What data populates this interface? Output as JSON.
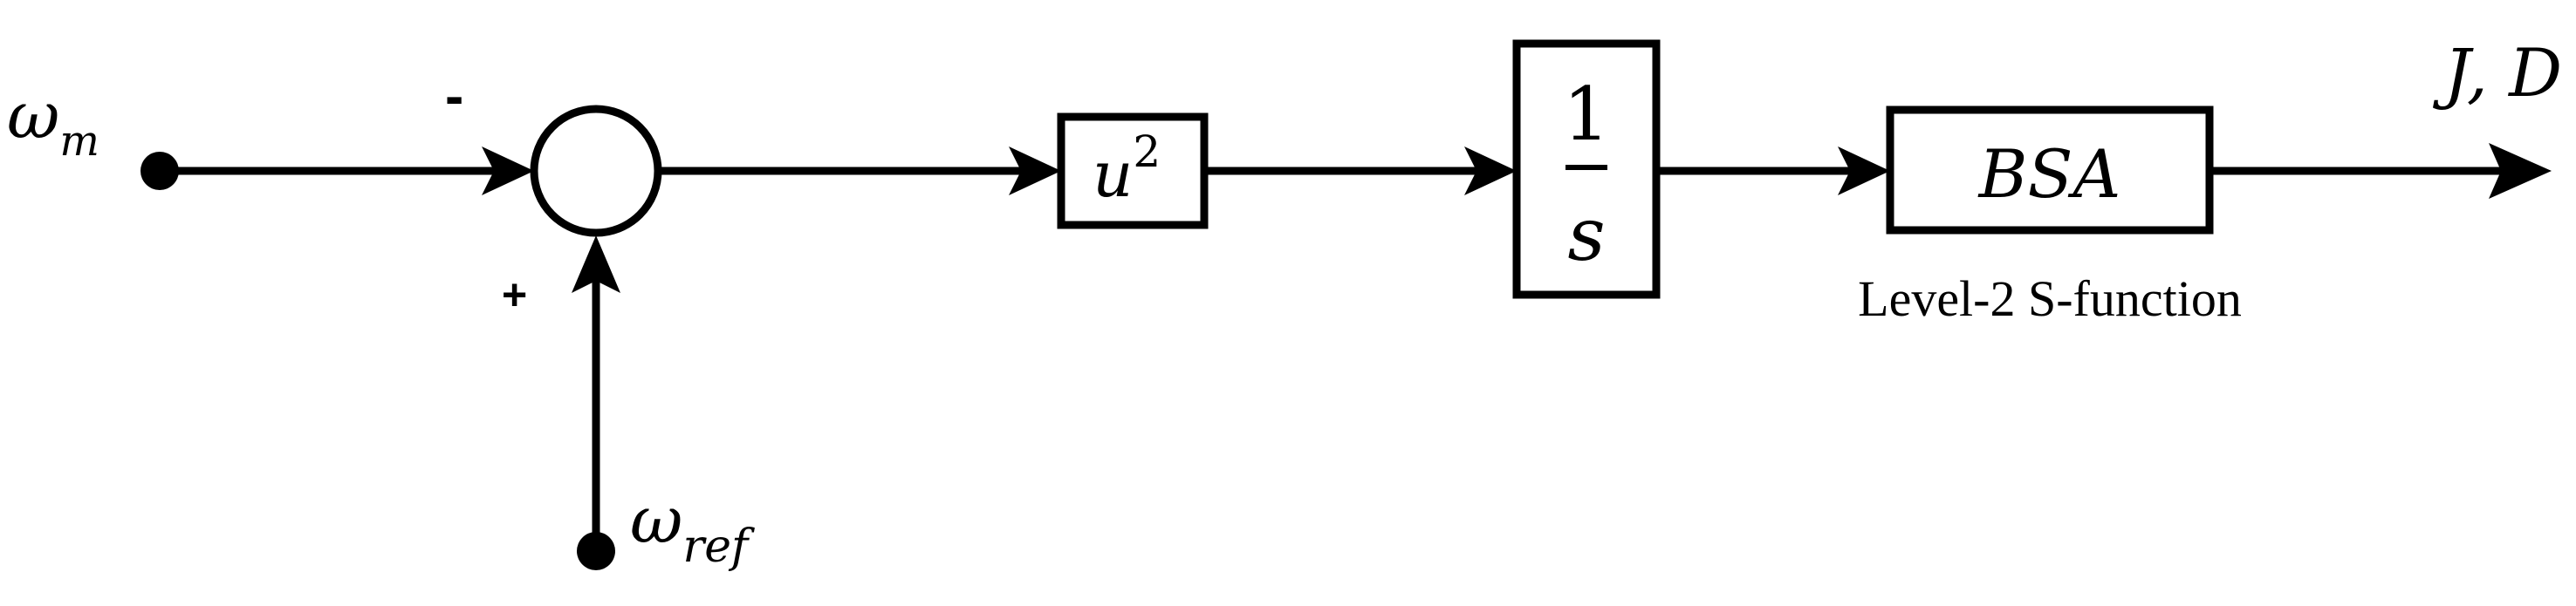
{
  "inputs": {
    "omega_m": {
      "symbol": "ω",
      "subscript": "m"
    },
    "omega_ref": {
      "symbol": "ω",
      "subscript": "ref"
    }
  },
  "summing_junction": {
    "top_sign": "-",
    "bottom_sign": "+"
  },
  "blocks": {
    "square": {
      "base": "u",
      "exponent": "2"
    },
    "integrator": {
      "numerator": "1",
      "denominator": "s"
    },
    "bsa": {
      "label": "BSA",
      "caption": "Level-2 S-function"
    }
  },
  "output": {
    "label": "J, D"
  }
}
